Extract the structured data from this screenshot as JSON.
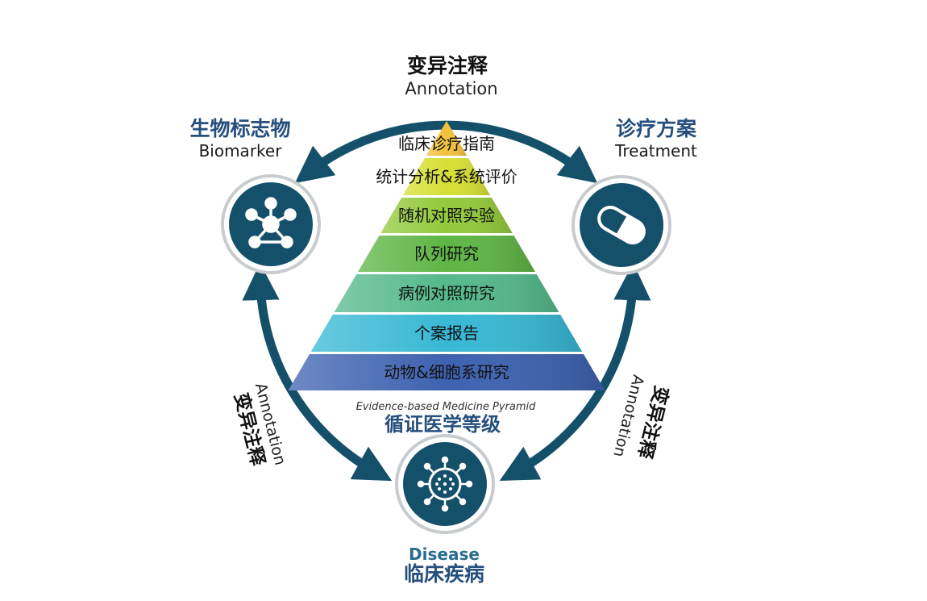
{
  "top_annotation": {
    "zh": "变异注释",
    "en": "Annotation"
  },
  "left_annotation": {
    "zh": "变异注释",
    "en": "Annotation"
  },
  "right_annotation": {
    "zh": "变异注释",
    "en": "Annotation"
  },
  "biomarker": {
    "zh": "生物标志物",
    "en": "Biomarker",
    "icon": "molecule-network-icon"
  },
  "treatment": {
    "zh": "诊疗方案",
    "en": "Treatment",
    "icon": "capsule-pill-icon"
  },
  "disease": {
    "zh": "临床疾病",
    "en": "Disease",
    "icon": "virus-icon"
  },
  "pyramid": {
    "subtitle_en": "Evidence-based Medicine Pyramid",
    "title_zh": "循证医学等级",
    "levels": [
      {
        "label": "临床诊疗指南",
        "color": "#f2c13a"
      },
      {
        "label": "统计分析&系统评价",
        "color": "#d6df35"
      },
      {
        "label": "随机对照实验",
        "color": "#93c93b"
      },
      {
        "label": "队列研究",
        "color": "#5fb545"
      },
      {
        "label": "病例对照研究",
        "color": "#55b98a"
      },
      {
        "label": "个案报告",
        "color": "#38b8d4"
      },
      {
        "label": "动物&细胞系研究",
        "color": "#3e62b0"
      }
    ]
  },
  "colors": {
    "arrow": "#14506a",
    "circle_fill": "#14506a",
    "title_blue": "#264f7e"
  }
}
